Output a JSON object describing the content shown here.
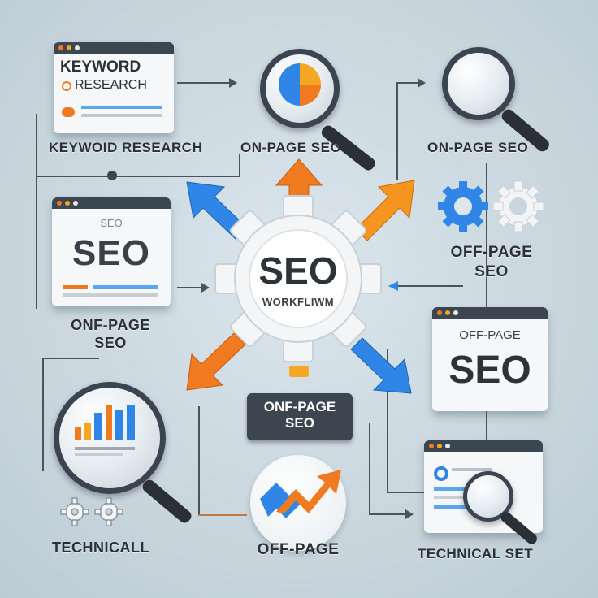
{
  "center": {
    "title": "SEO",
    "subtitle": "WORKFLIWM"
  },
  "panels": {
    "keyword": {
      "line1": "KEYWORD",
      "line2": "RESEARCH",
      "caption": "KEYWOID RESEARCH"
    },
    "seo_card": {
      "small": "SEO",
      "big": "SEO",
      "caption_line1": "ONF-PAGE",
      "caption_line2": "SEO"
    },
    "offpage_card": {
      "small": "OFF-PAGE",
      "big": "SEO"
    }
  },
  "labels": {
    "top_center": "ON-PAGE SEO",
    "top_right": "ON-PAGE SEO",
    "right_mid_line1": "OFF-PAGE",
    "right_mid_line2": "SEO",
    "center_tag_line1": "ONF-PAGE",
    "center_tag_line2": "SEO",
    "bottom_left": "TECHNICALL",
    "bottom_center": "OFF-PAGE",
    "bottom_right": "TECHNICAL SET"
  },
  "icons": [
    "magnifier-pie-icon",
    "magnifier-icon",
    "gear-pair-icon",
    "magnifier-bar-chart-icon",
    "growth-arrow-icon"
  ],
  "colors": {
    "blue": "#2f86e6",
    "orange": "#f07a1f",
    "dark": "#3b4650",
    "amber": "#f5a623"
  }
}
